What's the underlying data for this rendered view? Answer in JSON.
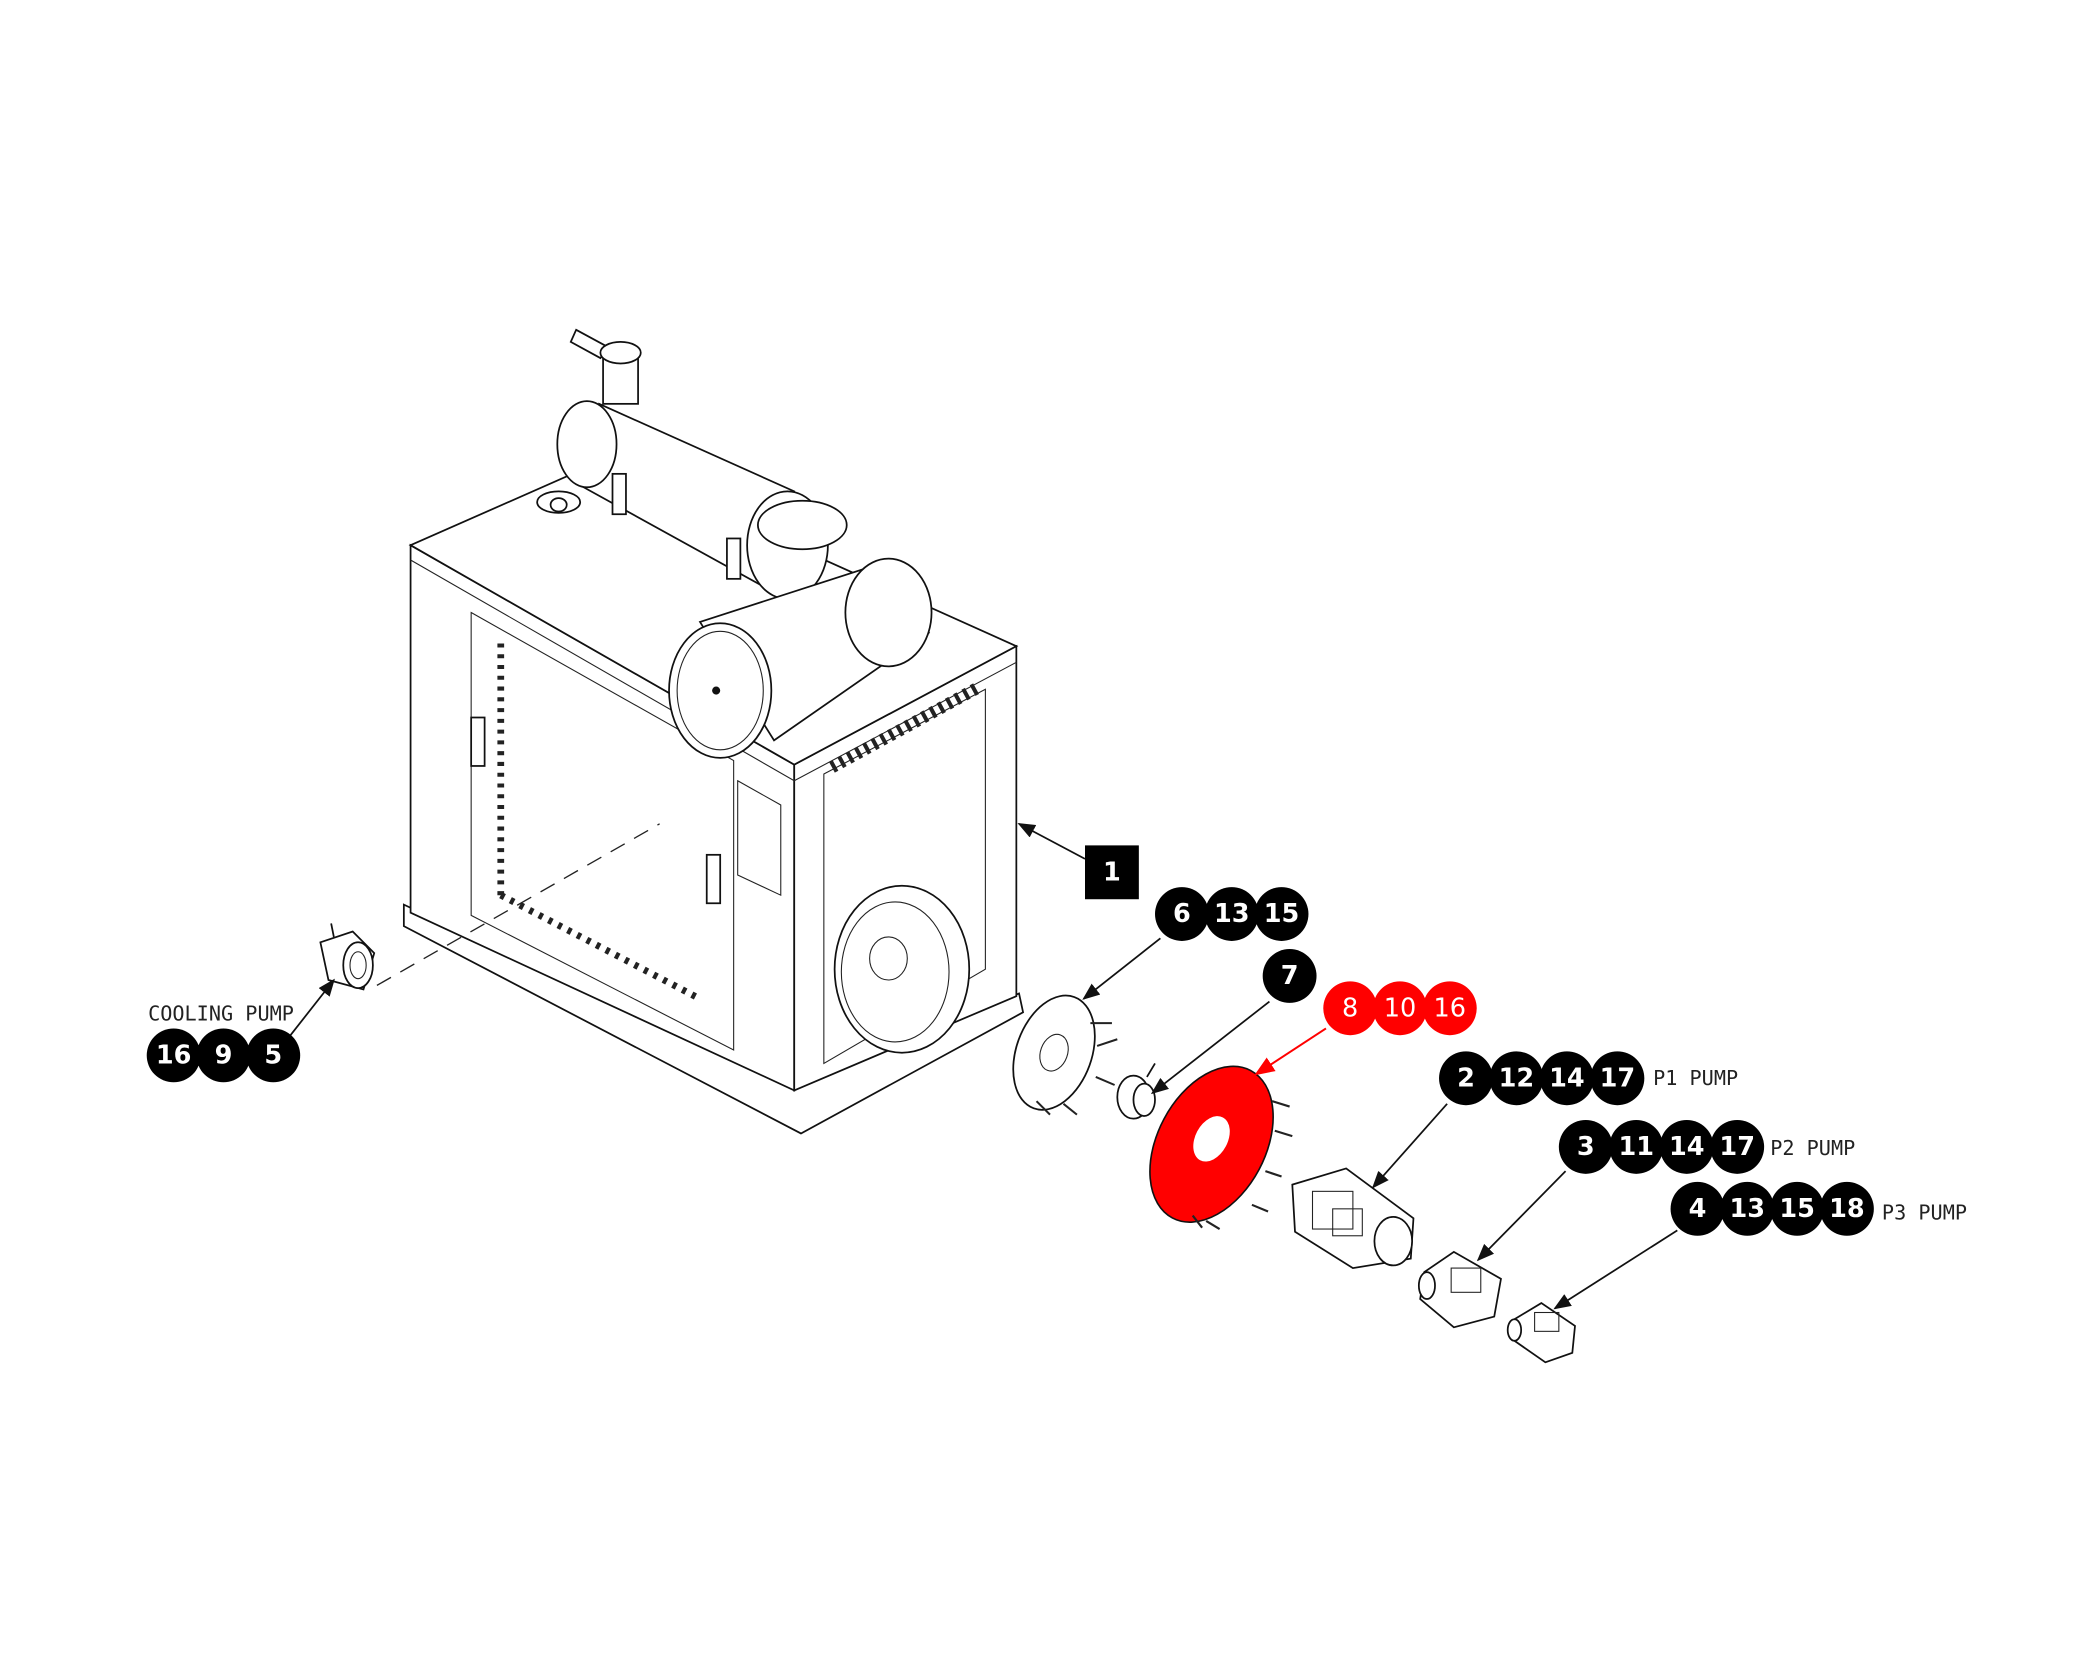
{
  "diagram": {
    "colors": {
      "highlight": "#ff0000",
      "balloon": "#000000",
      "line": "#111111"
    },
    "main_item": {
      "number": "1"
    },
    "callouts": [
      {
        "id": "cooling-pump",
        "label": "COOLING PUMP",
        "items": [
          "16",
          "9",
          "5"
        ],
        "highlight": false
      },
      {
        "id": "adapter-plate",
        "label": "",
        "items": [
          "6",
          "13",
          "15"
        ],
        "highlight": false
      },
      {
        "id": "coupling",
        "label": "",
        "items": [
          "7"
        ],
        "highlight": false
      },
      {
        "id": "housing",
        "label": "",
        "items": [
          "8",
          "10",
          "16"
        ],
        "highlight": true
      },
      {
        "id": "p1-pump",
        "label": "P1 PUMP",
        "items": [
          "2",
          "12",
          "14",
          "17"
        ],
        "highlight": false
      },
      {
        "id": "p2-pump",
        "label": "P2 PUMP",
        "items": [
          "3",
          "11",
          "14",
          "17"
        ],
        "highlight": false
      },
      {
        "id": "p3-pump",
        "label": "P3 PUMP",
        "items": [
          "4",
          "13",
          "15",
          "18"
        ],
        "highlight": false
      }
    ]
  }
}
